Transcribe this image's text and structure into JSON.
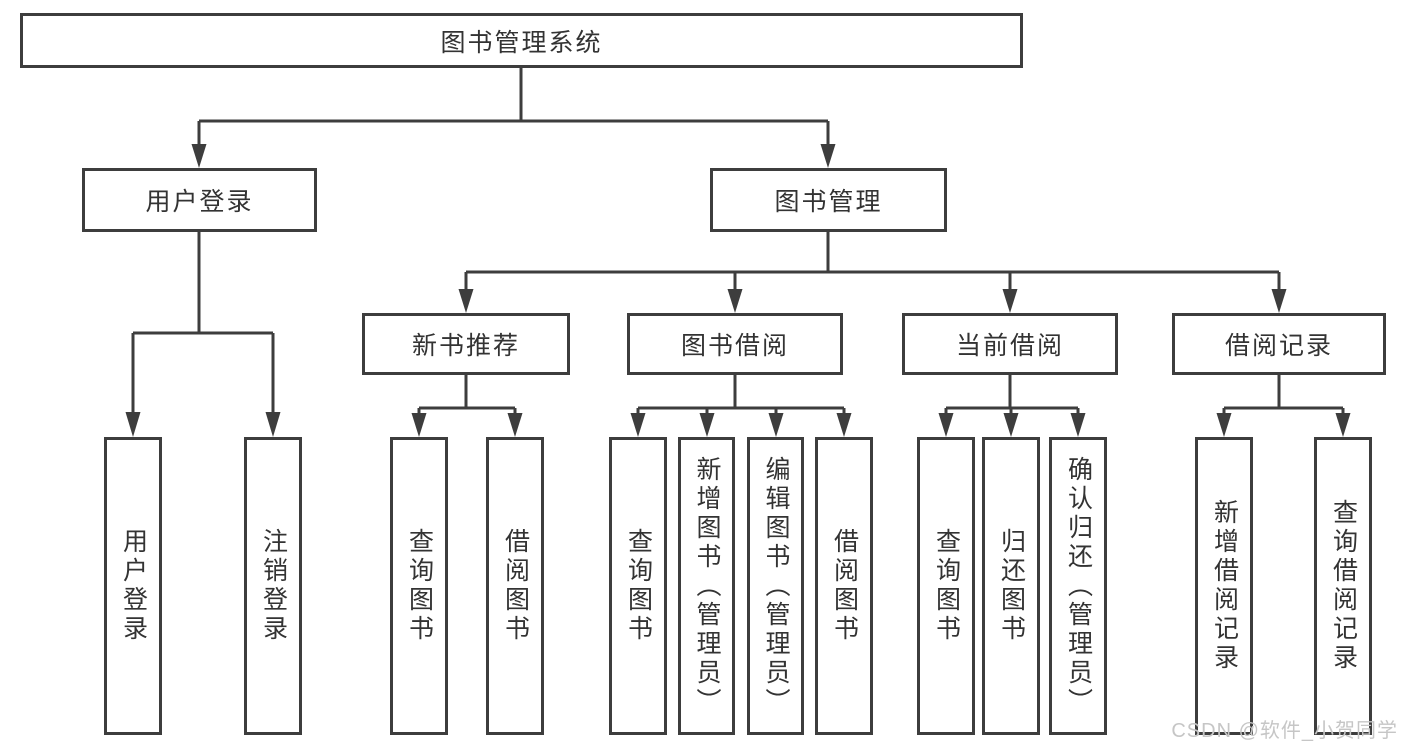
{
  "colors": {
    "background": "#ffffff",
    "line": "#3d3d3d",
    "node_border": "#3d3d3d",
    "text": "#333333",
    "watermark_text": "#c6c6c6"
  },
  "root": {
    "label": "图书管理系统"
  },
  "level2": {
    "user_login": "用户登录",
    "book_management": "图书管理"
  },
  "level3": {
    "new_book_recommend": "新书推荐",
    "book_borrowing": "图书借阅",
    "current_borrowing": "当前借阅",
    "borrowing_records": "借阅记录"
  },
  "leaves": {
    "user_login": [
      "用户登录",
      "注销登录"
    ],
    "new_book_recommend": [
      "查询图书",
      "借阅图书"
    ],
    "book_borrowing": [
      "查询图书",
      "新增图书（管理员）",
      "编辑图书（管理员）",
      "借阅图书"
    ],
    "current_borrowing": [
      "查询图书",
      "归还图书",
      "确认归还（管理员）"
    ],
    "borrowing_records": [
      "新增借阅记录",
      "查询借阅记录"
    ]
  },
  "watermark": "CSDN @软件_小贺同学"
}
